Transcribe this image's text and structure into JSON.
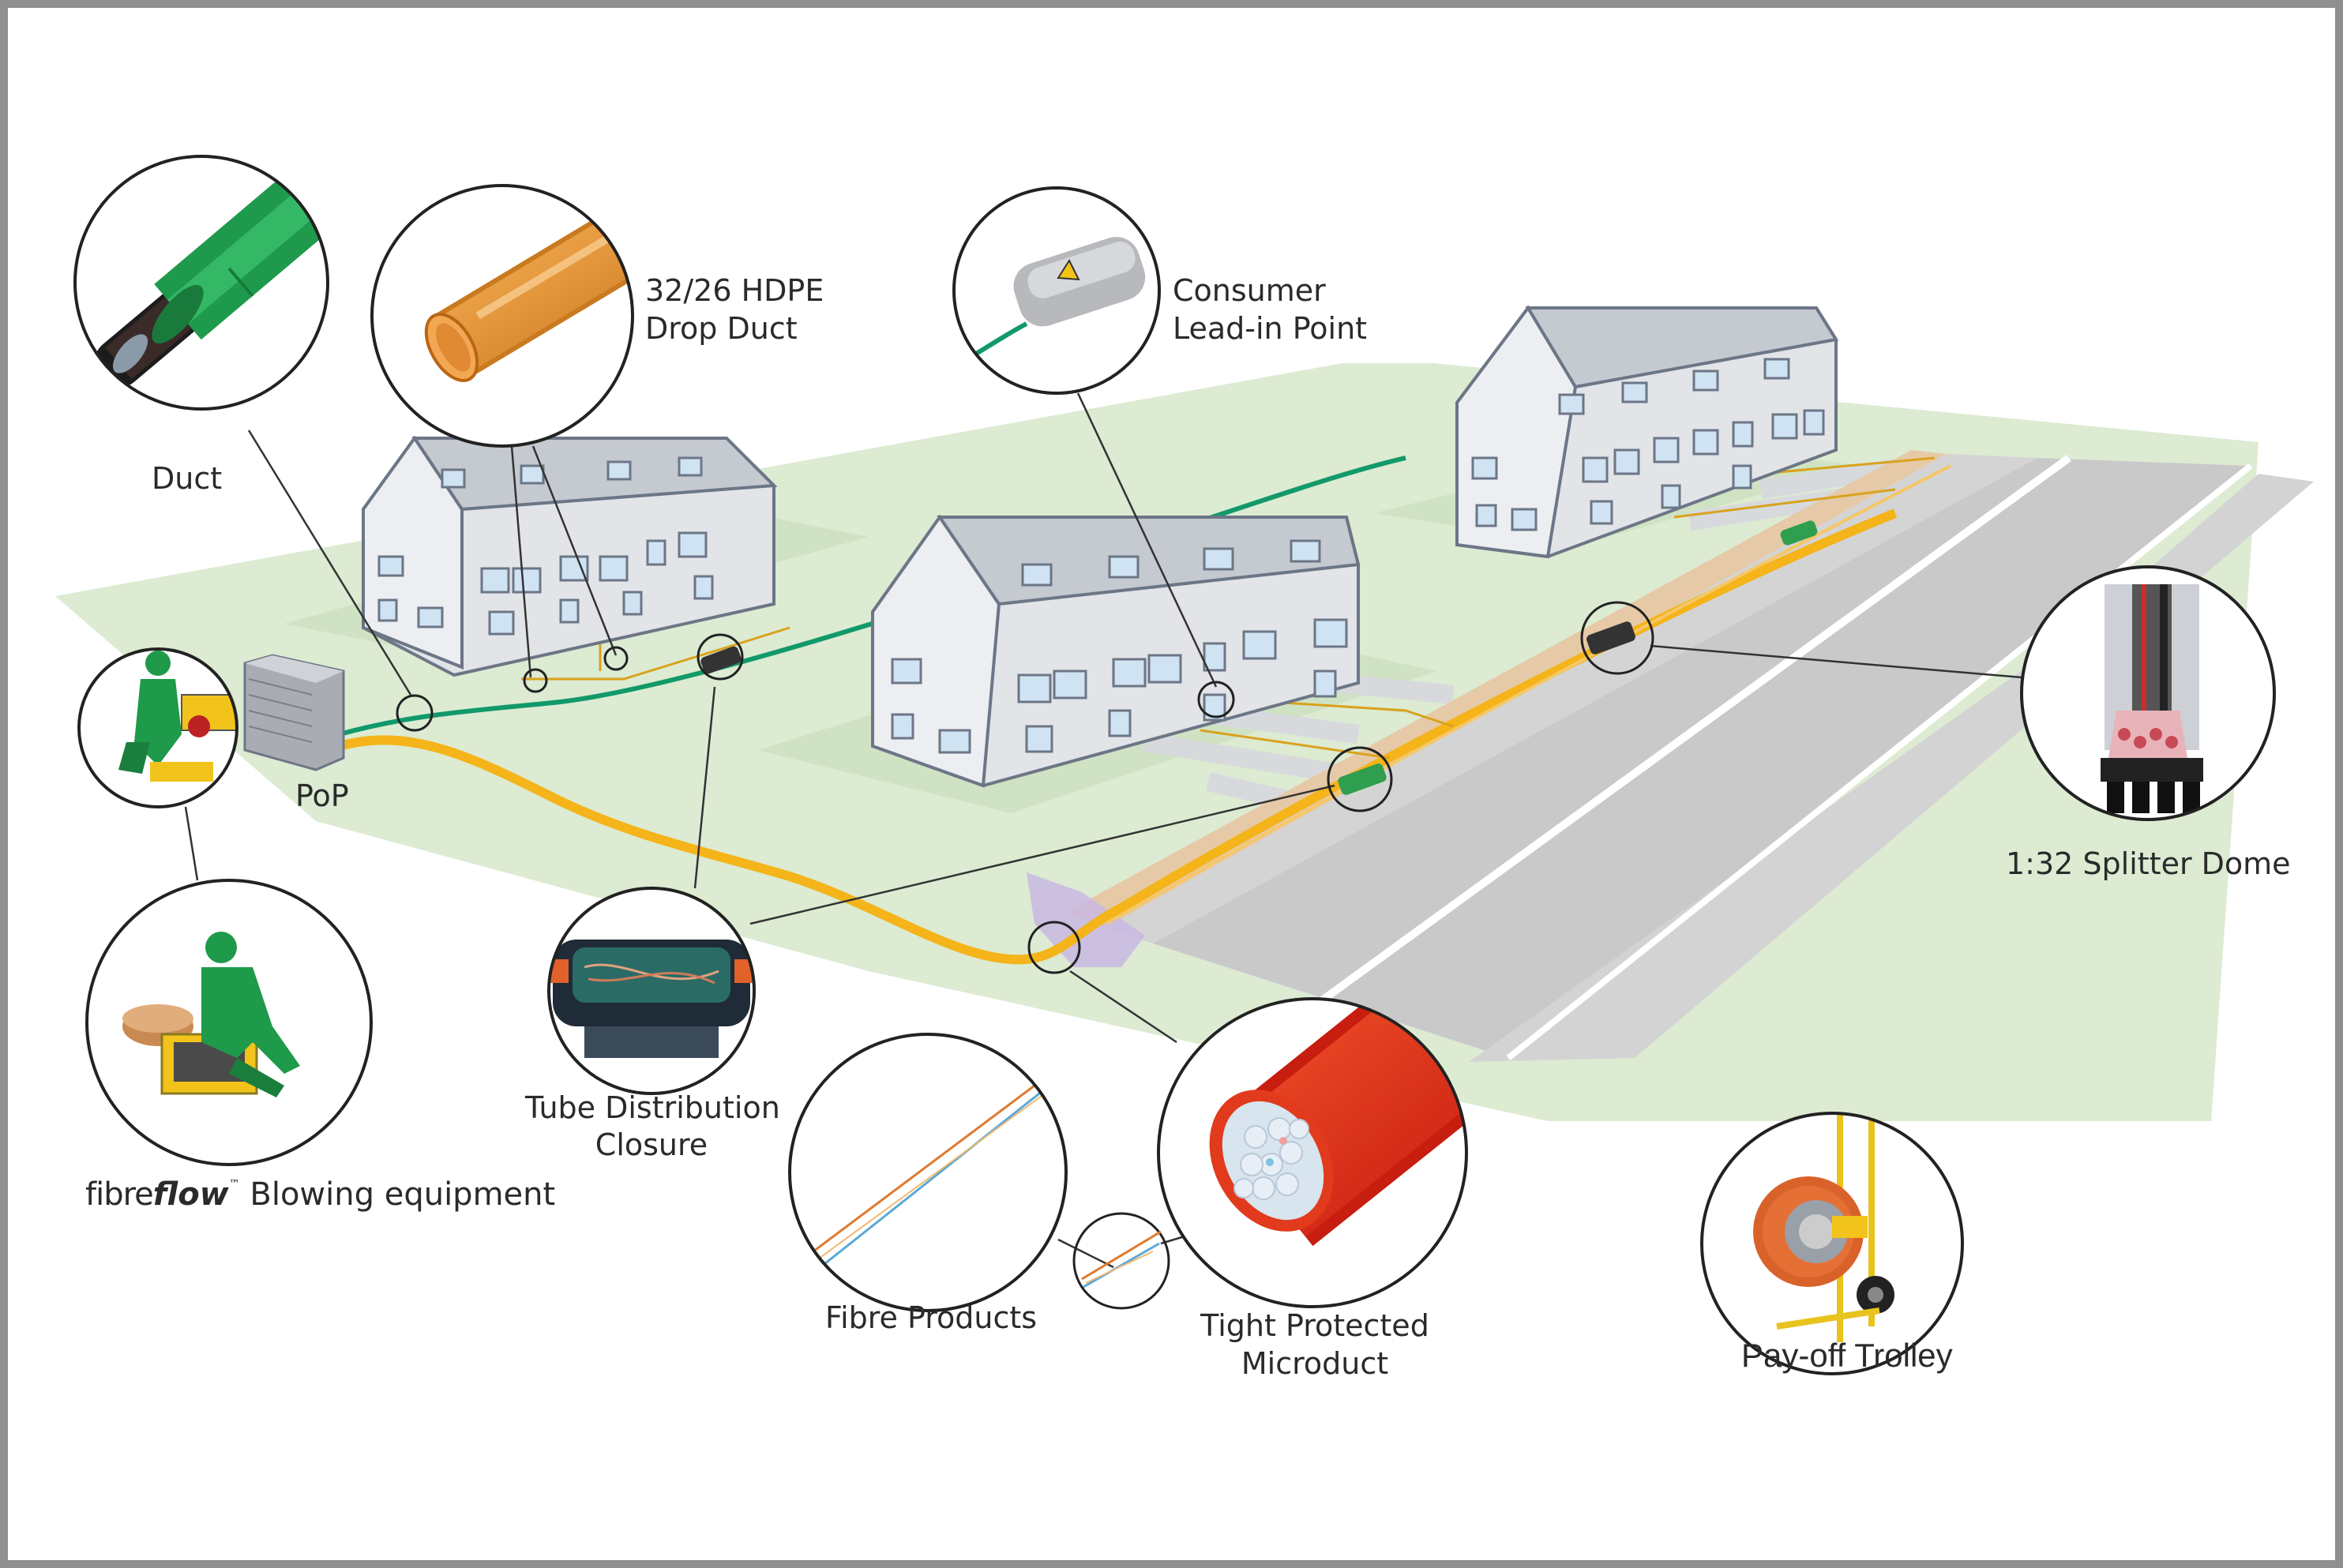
{
  "labels": {
    "duct": "Duct",
    "drop_duct_line1": "32/26 HDPE",
    "drop_duct_line2": "Drop Duct",
    "consumer_line1": "Consumer",
    "consumer_line2": "Lead-in Point",
    "splitter_dome": "1:32 Splitter Dome",
    "pop": "PoP",
    "tube_closure_line1": "Tube Distribution",
    "tube_closure_line2": "Closure",
    "fibre_products": "Fibre Products",
    "microduct_line1": "Tight Protected",
    "microduct_line2": "Microduct",
    "payoff_trolley": "Pay-off Trolley",
    "blowing_equipment": "Blowing equipment"
  },
  "brand": {
    "light": "fibre",
    "bold": "flow",
    "tm": "™"
  },
  "colors": {
    "grass": "#dcebd2",
    "road": "#c9c9c9",
    "verge": "#e6c9a6",
    "house_wall": "#e2e4e8",
    "house_roof": "#c5c9d0",
    "window": "#cfe3f3",
    "green_route": "#12996a",
    "yellow_route": "#f4b41a",
    "frame": "#8f8f8f"
  }
}
